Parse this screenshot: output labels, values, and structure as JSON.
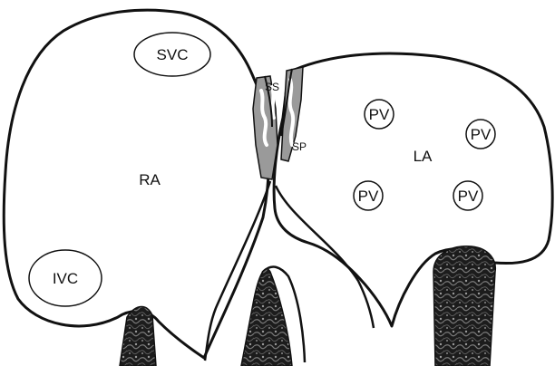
{
  "labels": {
    "svc": "SVC",
    "ra": "RA",
    "ivc": "IVC",
    "ss": "SS",
    "sp": "SP",
    "la": "LA",
    "pv": "PV"
  },
  "colors": {
    "outline": "#111111",
    "septum_fill": "#9a9a9a",
    "tissue_dark": "#1c1c1c",
    "tissue_mid": "#4a4a4a",
    "tissue_light": "#8c8c8c",
    "background": "#ffffff"
  }
}
